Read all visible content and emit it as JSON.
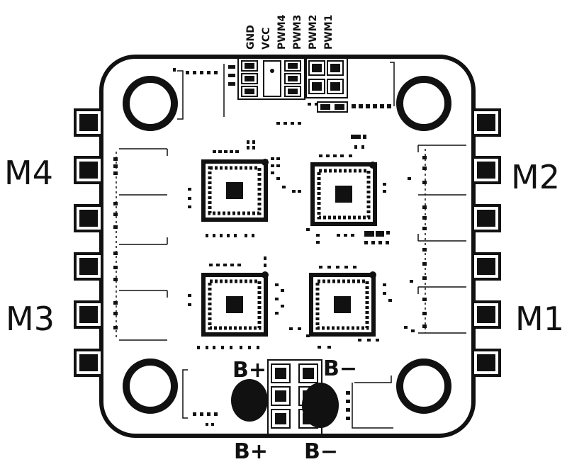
{
  "motor_labels": {
    "m4": "M4",
    "m3": "M3",
    "m2": "M2",
    "m1": "M1"
  },
  "battery_labels": {
    "top_plus": "B+",
    "top_minus": "B−",
    "bottom_plus": "B+",
    "bottom_minus": "B−"
  },
  "signal_pins": [
    "GND",
    "VCC",
    "PWM4",
    "PWM3",
    "PWM2",
    "PWM1"
  ],
  "colors": {
    "ink": "#111111",
    "board": "#ffffff"
  }
}
